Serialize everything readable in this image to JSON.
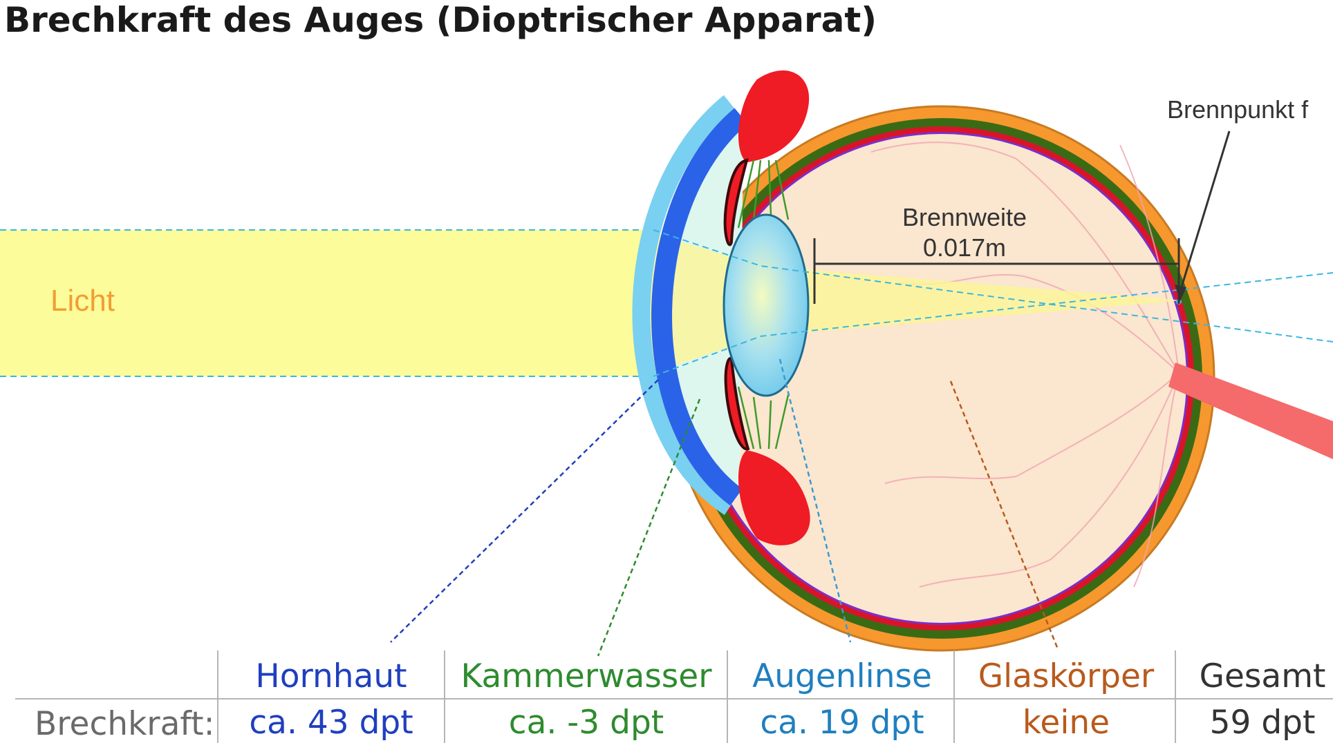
{
  "title": "Brechkraft des Auges (Dioptrischer Apparat)",
  "labels": {
    "light": "Licht",
    "focal_point": "Brennpunkt f",
    "focal_length_label": "Brennweite",
    "focal_length_value": "0.017m"
  },
  "table": {
    "row_label": "Brechkraft:",
    "columns": [
      {
        "name": "Hornhaut",
        "value": "ca. 43 dpt",
        "color": "#1f3fbf"
      },
      {
        "name": "Kammerwasser",
        "value": "ca. -3 dpt",
        "color": "#2e8b2e"
      },
      {
        "name": "Augenlinse",
        "value": "ca. 19 dpt",
        "color": "#1f7fbf"
      },
      {
        "name": "Glaskörper",
        "value": "keine",
        "color": "#b85a1c"
      },
      {
        "name": "Gesamt",
        "value": "59 dpt",
        "color": "#333333"
      }
    ]
  },
  "colors": {
    "light_beam": "#fcfc9a",
    "cornea": "#2a63e8",
    "sclera": "#f6982e",
    "choroid": "#3a6b14",
    "retina": "#d9142a",
    "vitreous": "#fbe6cf",
    "lens": "#88d4ee",
    "iris": "#ef1b25",
    "optic_nerve": "#f56a6a"
  }
}
